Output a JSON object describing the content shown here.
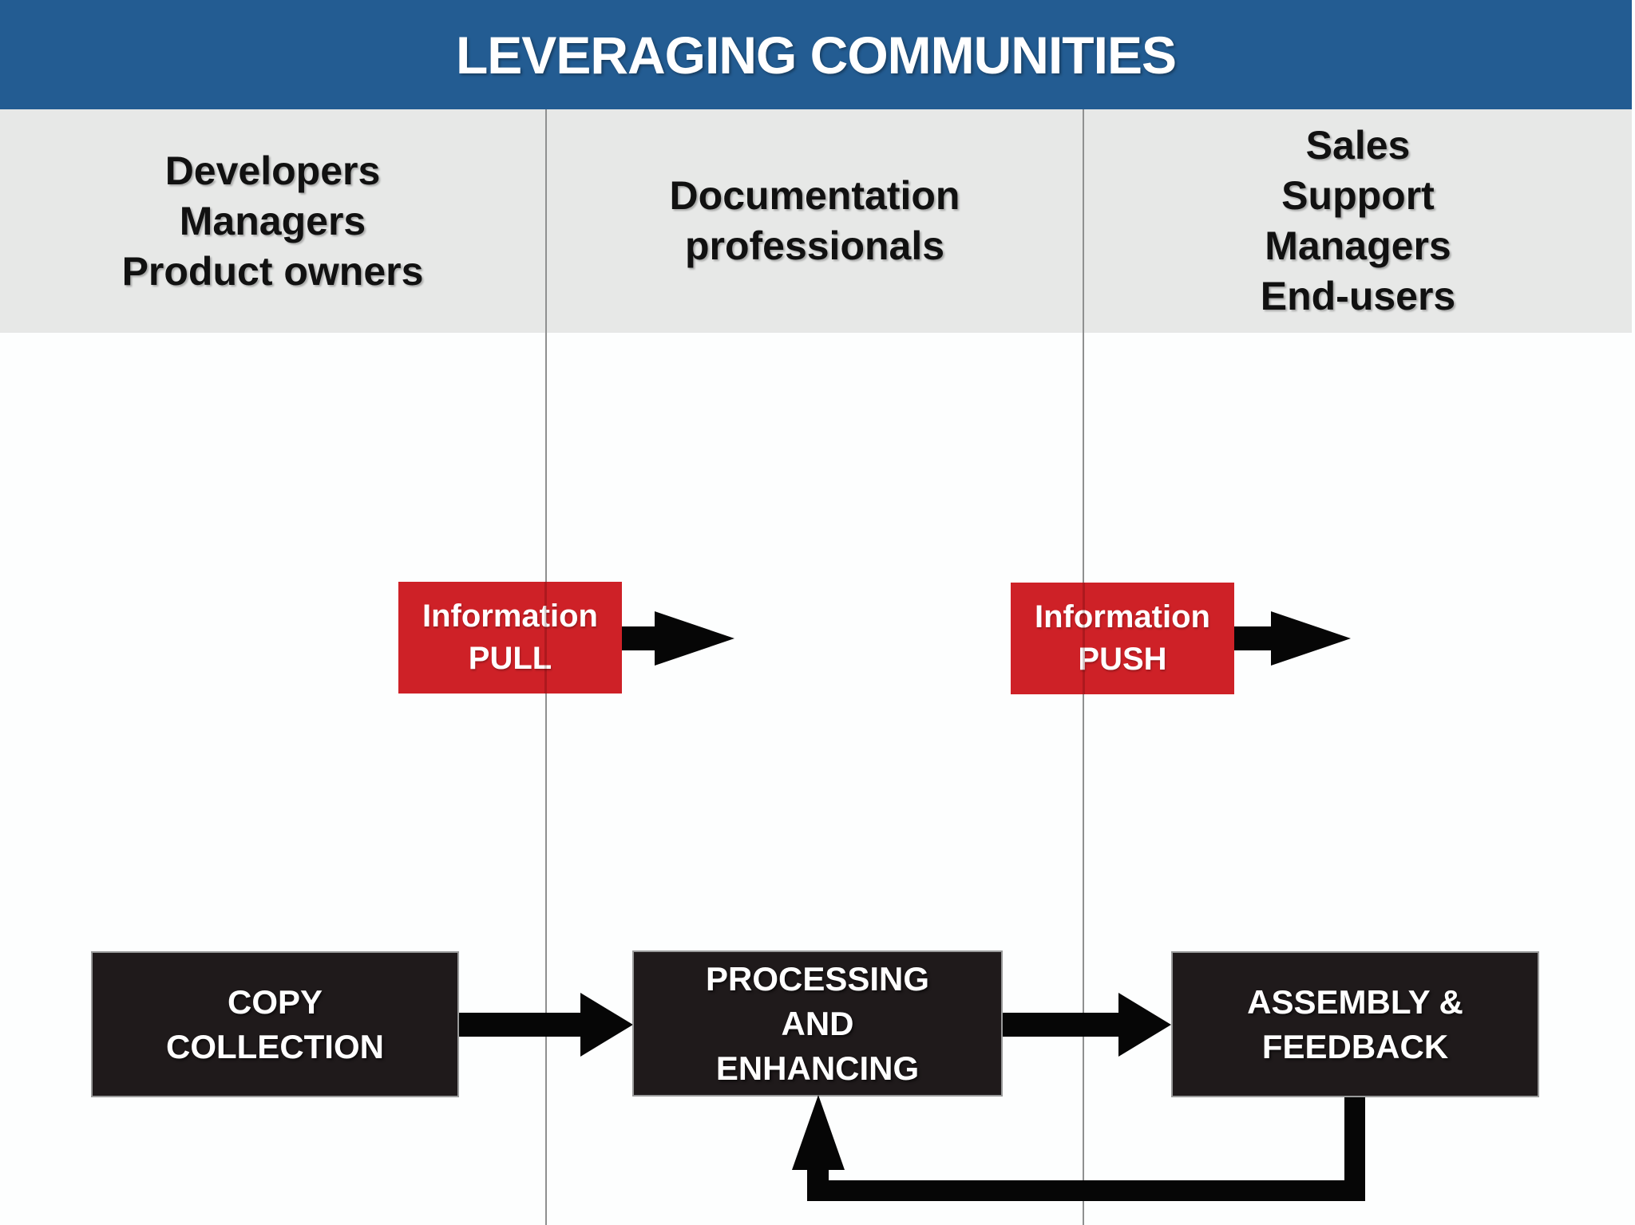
{
  "title": "LEVERAGING COMMUNITIES",
  "columns": [
    {
      "name": "left",
      "lines": [
        "Developers",
        "Managers",
        "Product owners"
      ]
    },
    {
      "name": "center",
      "lines": [
        "Documentation",
        "professionals"
      ]
    },
    {
      "name": "right",
      "lines": [
        "Sales",
        "Support",
        "Managers",
        "End-users"
      ]
    }
  ],
  "info_pull": {
    "lines": [
      "Information",
      "PULL"
    ]
  },
  "info_push": {
    "lines": [
      "Information",
      "PUSH"
    ]
  },
  "process": {
    "copy_collection": {
      "lines": [
        "COPY",
        "COLLECTION"
      ]
    },
    "processing_enhancing": {
      "lines": [
        "PROCESSING",
        "AND",
        "ENHANCING"
      ]
    },
    "assembly_feedback": {
      "lines": [
        "ASSEMBLY &",
        "FEEDBACK"
      ]
    }
  },
  "colors": {
    "banner_blue": "#235c92",
    "band_gray": "#e7e8e7",
    "divider_gray": "#8f9090",
    "accent_red": "#ce2127",
    "box_black": "#1f1a1b",
    "arrow_black": "#060606",
    "text_white": "#ffffff",
    "text_black": "#111111"
  }
}
